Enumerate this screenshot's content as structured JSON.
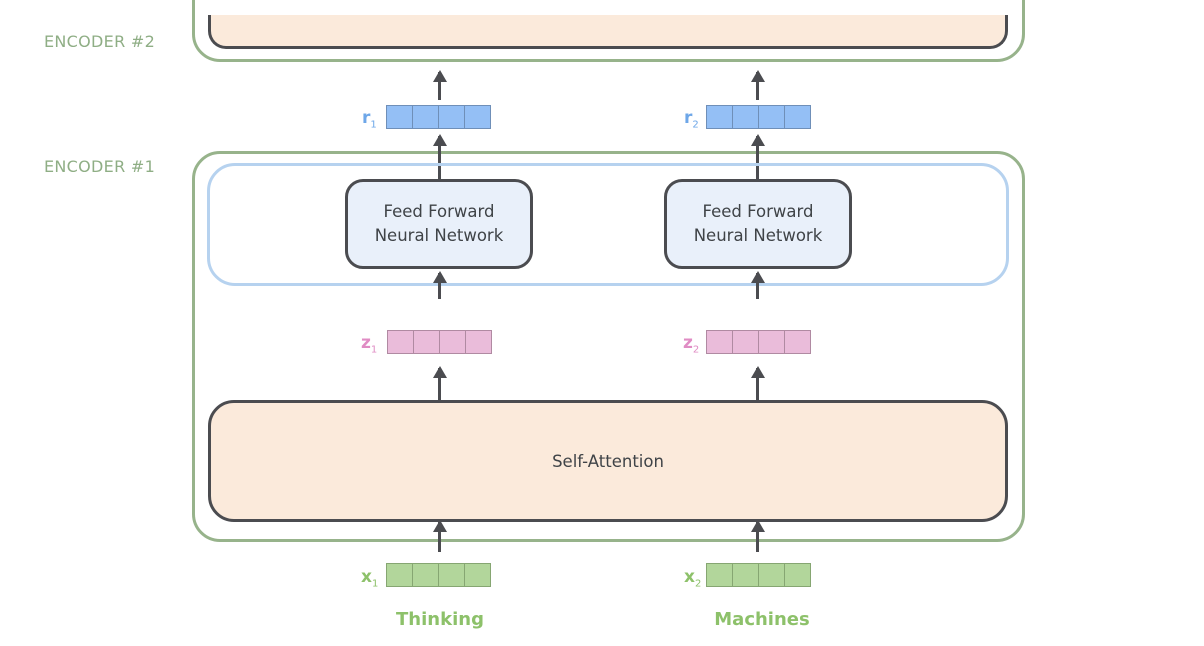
{
  "encoders": [
    {
      "label": "ENCODER #2"
    },
    {
      "label": "ENCODER #1"
    }
  ],
  "self_attention": {
    "label": "Self-Attention"
  },
  "ffn": [
    {
      "label": "Feed Forward\nNeural Network"
    },
    {
      "label": "Feed Forward\nNeural Network"
    }
  ],
  "vectors": {
    "r": [
      {
        "letter": "r",
        "index": "1"
      },
      {
        "letter": "r",
        "index": "2"
      }
    ],
    "z": [
      {
        "letter": "z",
        "index": "1"
      },
      {
        "letter": "z",
        "index": "2"
      }
    ],
    "x": [
      {
        "letter": "x",
        "index": "1"
      },
      {
        "letter": "x",
        "index": "2"
      }
    ]
  },
  "words": [
    "Thinking",
    "Machines"
  ],
  "colors": {
    "encoder_border": "#97b38b",
    "ffn_region_border": "#b6d2ef",
    "ffn_fill": "#e9f0fa",
    "self_attention_fill": "#fbeadb",
    "r_vector": "#94bff5",
    "z_vector": "#eabcda",
    "x_vector": "#b2d69b"
  }
}
